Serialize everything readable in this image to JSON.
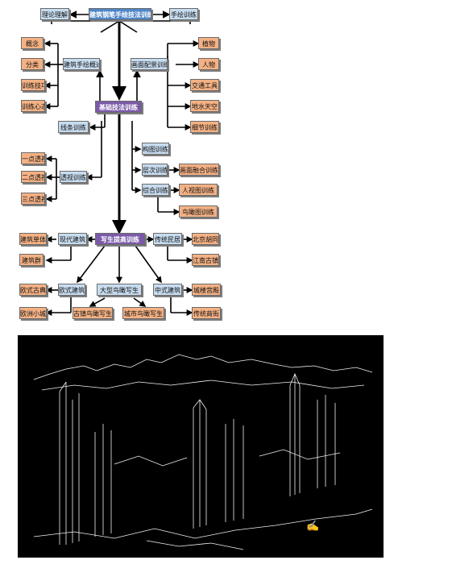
{
  "nodes": {
    "lilun_lijie": "理论理解",
    "jianzhu_gangbi": "建筑钢笔手绘技法训练",
    "shouhui_xunlian": "手绘训练",
    "gainian": "概念",
    "fenlei": "分类",
    "xunlian_jiqiao": "训练技巧",
    "xunlian_xintai": "训练心态",
    "jianzhu_gaishu": "建筑手绘概述",
    "huamian_peijing": "画面配景训练",
    "zhiwu": "植物",
    "renwu": "人物",
    "jiaotong": "交通工具",
    "dishui_tiankong": "地水天空",
    "xijie": "细节训练",
    "jichu_jifa": "基础技法训练",
    "xiantiao": "线条训练",
    "goutu": "构图训练",
    "yidian": "一点透视",
    "liangdian": "二点透视",
    "sandian": "三点透视",
    "toushi": "透视训练",
    "cengci": "层次训练",
    "huamian_ronghe": "画面融合训练",
    "zonghe": "综合训练",
    "renshitu": "人视图训练",
    "niaokantu": "鸟瞰图训练",
    "jianzhu_danti": "建筑单体",
    "xiandai_jianzhu": "现代建筑",
    "xiesheng_tigao": "写生提高训练",
    "chuantong_minju": "传统民居",
    "beijing_hutong": "北京胡同",
    "jianzhu_qun": "建筑群",
    "jiangnan_guzhen": "江南古镇",
    "oushi_gudian": "欧式古典",
    "oushi_jianzhu": "欧式建筑",
    "daxing_niaokan": "大型鸟瞰写生",
    "zhongshi_jianzhu": "中式建筑",
    "chenglou_gongdian": "城楼宫殿",
    "ouzhou_xiaocheng": "欧洲小城",
    "guzhen_niaokan": "古镇鸟瞰写生",
    "chengshi_niaokan": "城市鸟瞰写生",
    "chuantong_shangjie": "传统商街"
  },
  "colors": {
    "leaf": "#f4b184",
    "branch": "#c7dcef",
    "root": "#4f86c6",
    "hub": "#7a5aa8",
    "sketch_bg": "#000000",
    "sketch_line": "#ffffff"
  }
}
